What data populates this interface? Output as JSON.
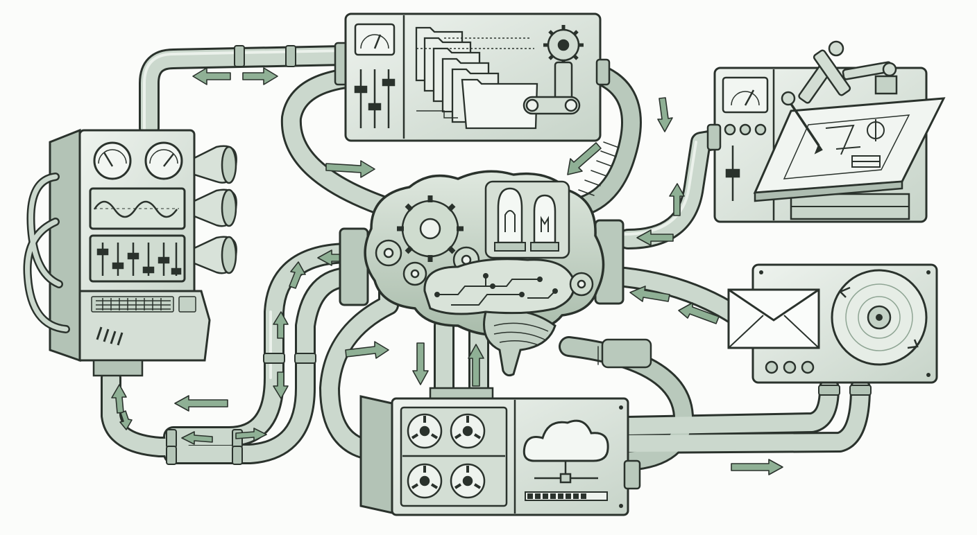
{
  "illustration": {
    "style": "hand-drawn pencil sketch with green wash",
    "colors": {
      "background": "#fbfcfa",
      "ink": "#2a322c",
      "pipe_fill": "#c9d6cb",
      "pipe_light": "#e7eee8",
      "panel_fill": "#e4ebe5",
      "panel_dark": "#aebdb1",
      "accent_green": "#5f8f69",
      "arrow_fill": "#7fa488"
    },
    "modules": [
      {
        "id": "brain",
        "icon": "brain-icon"
      },
      {
        "id": "audio-console",
        "icon": "control-console-icon"
      },
      {
        "id": "file-processor",
        "icon": "folders-gears-icon"
      },
      {
        "id": "drafting-table",
        "icon": "robotic-drafting-arm-icon"
      },
      {
        "id": "mail-disc",
        "icon": "envelope-disc-icon"
      },
      {
        "id": "storage-cloud",
        "icon": "tape-reels-cloud-icon"
      }
    ],
    "flow_arrows": [
      {
        "id": "top-left-pipe-left",
        "direction": "left"
      },
      {
        "id": "top-left-pipe-right",
        "direction": "right"
      },
      {
        "id": "files-to-brain",
        "direction": "right"
      },
      {
        "id": "right-pipe-to-brain",
        "direction": "down-left"
      },
      {
        "id": "drafting-up",
        "direction": "up"
      },
      {
        "id": "drafting-down",
        "direction": "down"
      },
      {
        "id": "brain-to-drafting",
        "direction": "left"
      },
      {
        "id": "mail-to-brain-1",
        "direction": "left"
      },
      {
        "id": "mail-to-brain-2",
        "direction": "left"
      },
      {
        "id": "brain-down",
        "direction": "down"
      },
      {
        "id": "storage-up",
        "direction": "up"
      },
      {
        "id": "bottom-left-1",
        "direction": "left"
      },
      {
        "id": "bottom-left-2",
        "direction": "left"
      },
      {
        "id": "bottom-right-out",
        "direction": "right"
      },
      {
        "id": "console-vertical",
        "direction": "up"
      },
      {
        "id": "left-loop-up",
        "direction": "up"
      },
      {
        "id": "left-loop-down",
        "direction": "down"
      },
      {
        "id": "storage-left-pipe",
        "direction": "right"
      }
    ]
  }
}
